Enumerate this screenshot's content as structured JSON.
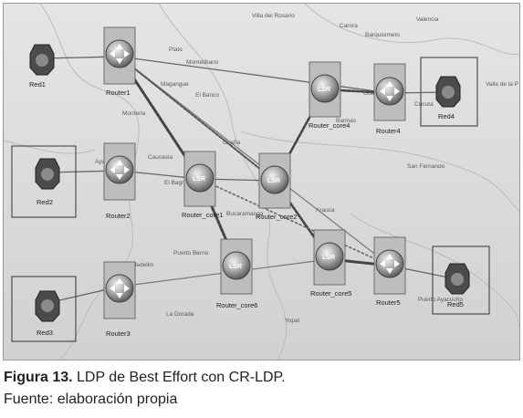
{
  "nodes": {
    "red1": "Red1",
    "red2": "Red2",
    "red3": "Red3",
    "red4": "Red4",
    "red5": "Red5",
    "router1": "Router1",
    "router2": "Router2",
    "router3": "Router3",
    "router4": "Router4",
    "router5": "Router5",
    "core1": "Router_core1",
    "core2": "Router_core2",
    "core4": "Router_core4",
    "core5": "Router_core5",
    "core6": "Router_core6",
    "lsr_tag": "LSR"
  },
  "map_labels": [
    "Villa del Rosario",
    "Carora",
    "Valencia",
    "Barquisimeto",
    "Valle de la P",
    "Plato",
    "Montelibano",
    "Magangue",
    "El Banco",
    "Monteria",
    "Caucasia",
    "El Bagre",
    "Ocaña",
    "Guanare",
    "Barinas",
    "San Fernando",
    "Bucaramanga",
    "Arauca",
    "Puerto Berrio",
    "Medellin",
    "La Dorada",
    "Yopal",
    "Puerto Ayacucho",
    "Cucuta",
    "Apartado"
  ],
  "caption": {
    "figure_label": "Figura 13.",
    "figure_title": " LDP de Best Effort con CR-LDP.",
    "source": "Fuente: elaboración propia"
  }
}
